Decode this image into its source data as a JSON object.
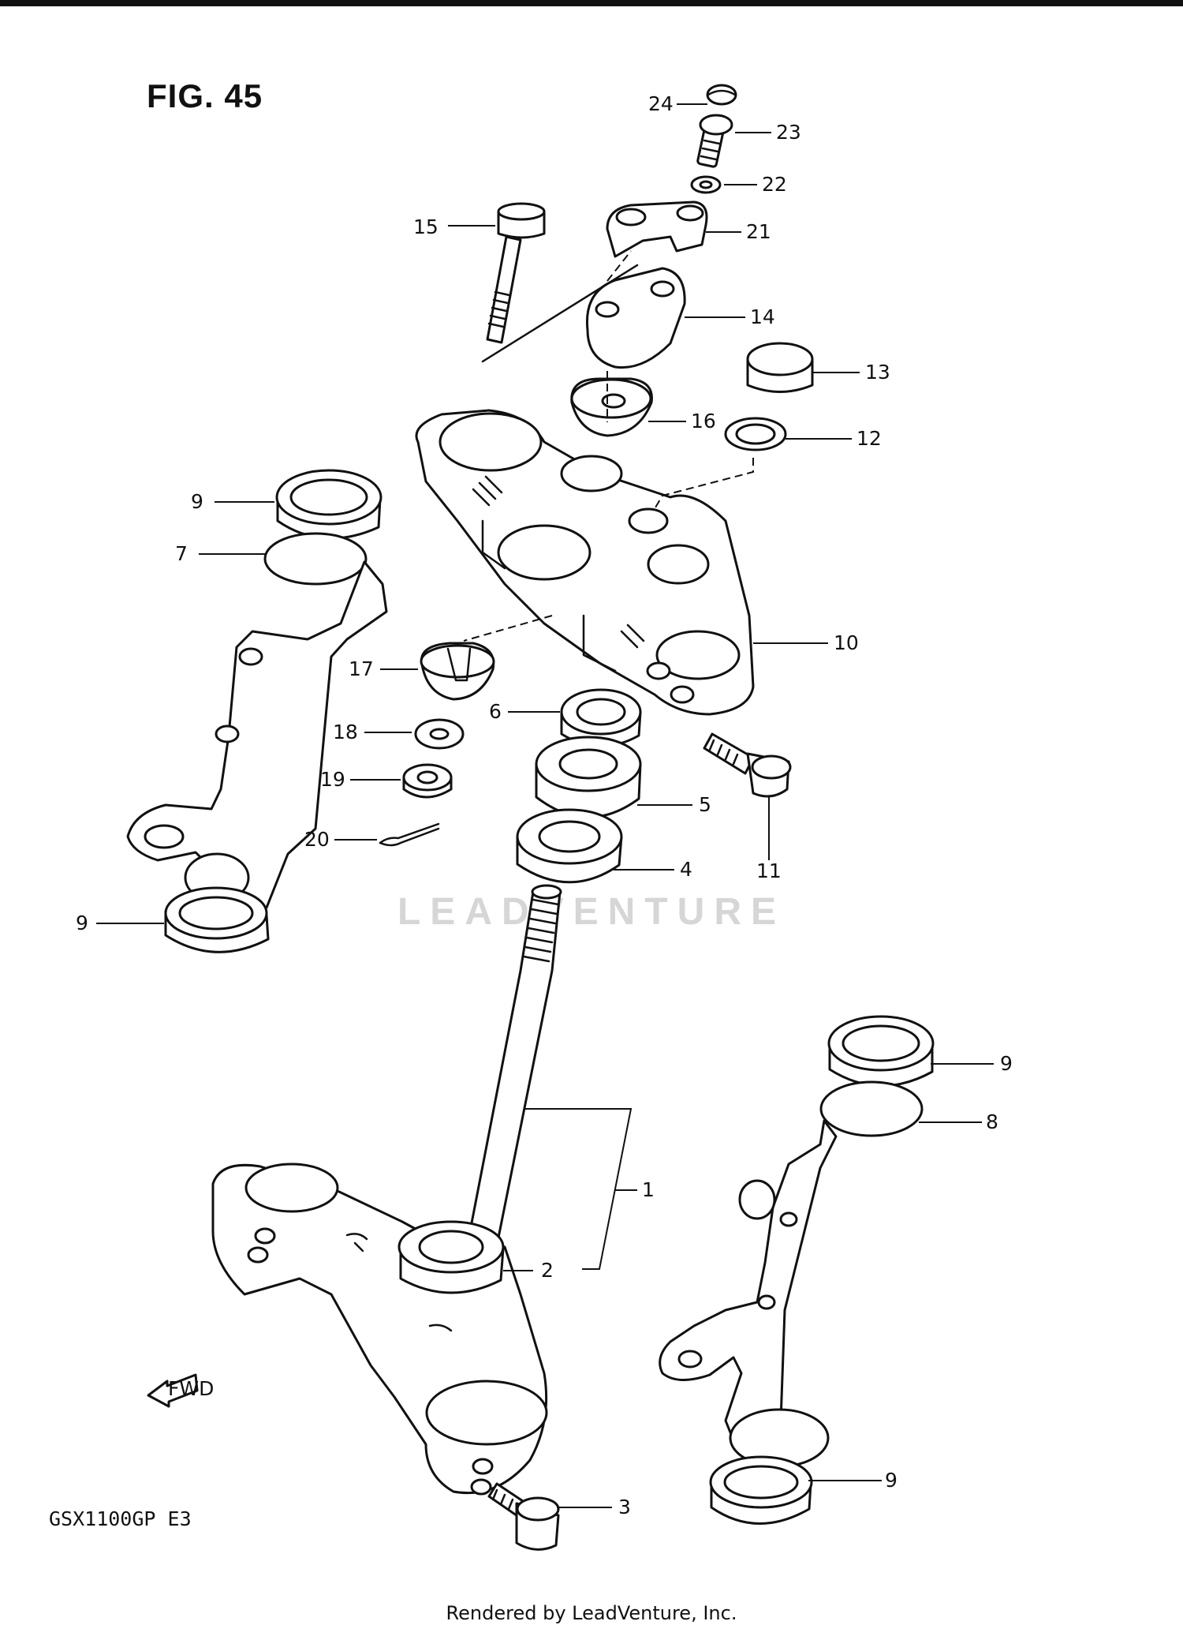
{
  "figure": {
    "title": "FIG. 45"
  },
  "model_code": "GSX1100GP  E3",
  "watermark": "LEADVENTURE",
  "footer": "Rendered by LeadVenture, Inc.",
  "fwd_badge": "FWD",
  "callouts": {
    "c24": "24",
    "c23": "23",
    "c22": "22",
    "c21": "21",
    "c15": "15",
    "c14": "14",
    "c13": "13",
    "c16": "16",
    "c12": "12",
    "c9a": "9",
    "c7": "7",
    "c10": "10",
    "c17": "17",
    "c6": "6",
    "c18": "18",
    "c19": "19",
    "c5": "5",
    "c11": "11",
    "c20": "20",
    "c4": "4",
    "c9b": "9",
    "c9c": "9",
    "c8": "8",
    "c1": "1",
    "c2": "2",
    "c9d": "9",
    "c3": "3"
  }
}
